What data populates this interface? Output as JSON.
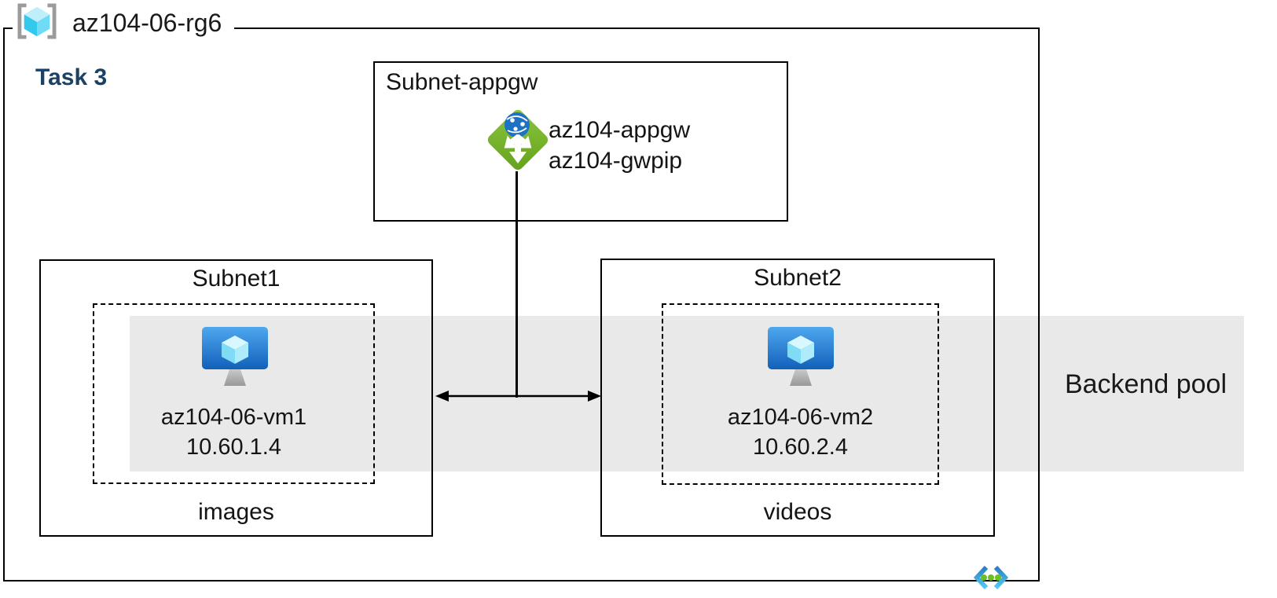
{
  "resource_group": {
    "name": "az104-06-rg6",
    "icon": "resource-group-icon"
  },
  "task": {
    "label": "Task 3",
    "color": "#1B4265"
  },
  "appgw_subnet": {
    "title": "Subnet-appgw",
    "icon": "application-gateway-icon",
    "labels": [
      "az104-appgw",
      "az104-gwpip"
    ]
  },
  "subnets": [
    {
      "title": "Subnet1",
      "vm": {
        "icon": "virtual-machine-icon",
        "name": "az104-06-vm1",
        "ip": "10.60.1.4"
      },
      "caption": "images"
    },
    {
      "title": "Subnet2",
      "vm": {
        "icon": "virtual-machine-icon",
        "name": "az104-06-vm2",
        "ip": "10.60.2.4"
      },
      "caption": "videos"
    }
  ],
  "backend_pool": {
    "label": "Backend pool",
    "band_color": "#E9E9E9"
  },
  "connections": {
    "gateway_to_vms": "double-headed-arrow"
  },
  "footer": {
    "icon": "virtual-network-icon"
  },
  "colors": {
    "gateway_green": "#76B82A",
    "globe_blue": "#1F72C3",
    "vm_screen_blue": "#1261BC",
    "cube_cyan": "#50E6FF",
    "bracket_gray": "#9B9B9B",
    "vnet_dot_green": "#6BBF22",
    "border_black": "#000000"
  }
}
